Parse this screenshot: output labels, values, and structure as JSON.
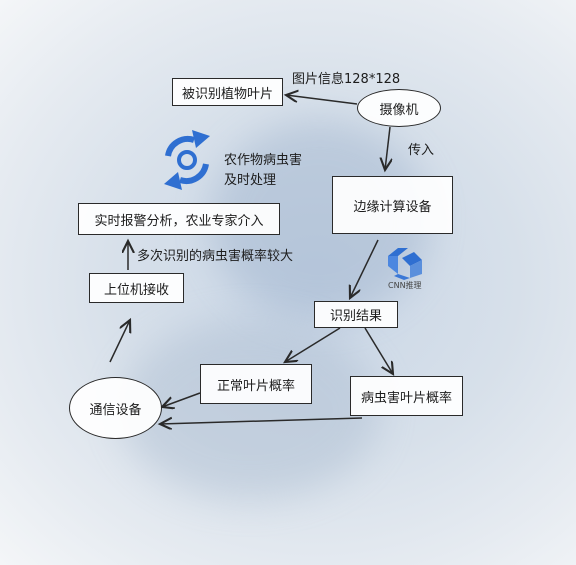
{
  "nodes": {
    "leaf": "被识别植物叶片",
    "camera": "摄像机",
    "edge_device": "边缘计算设备",
    "result": "识别结果",
    "normal_prob": "正常叶片概率",
    "disease_prob": "病虫害叶片概率",
    "comm_device": "通信设备",
    "host": "上位机接收",
    "alert": "实时报警分析，农业专家介入"
  },
  "edge_labels": {
    "image_info": "图片信息128*128",
    "transfer": "传入",
    "multi_detect": "多次识别的病虫害概率较大"
  },
  "annotations": {
    "timely_line1": "农作物病虫害",
    "timely_line2": "及时处理",
    "cnn_label": "CNN推理"
  },
  "icons": {
    "cycle": "refresh-cycle-icon",
    "cnn": "cnn-logo-icon"
  },
  "colors": {
    "accent_blue": "#2f6fd1",
    "line": "#2a2a2a"
  }
}
